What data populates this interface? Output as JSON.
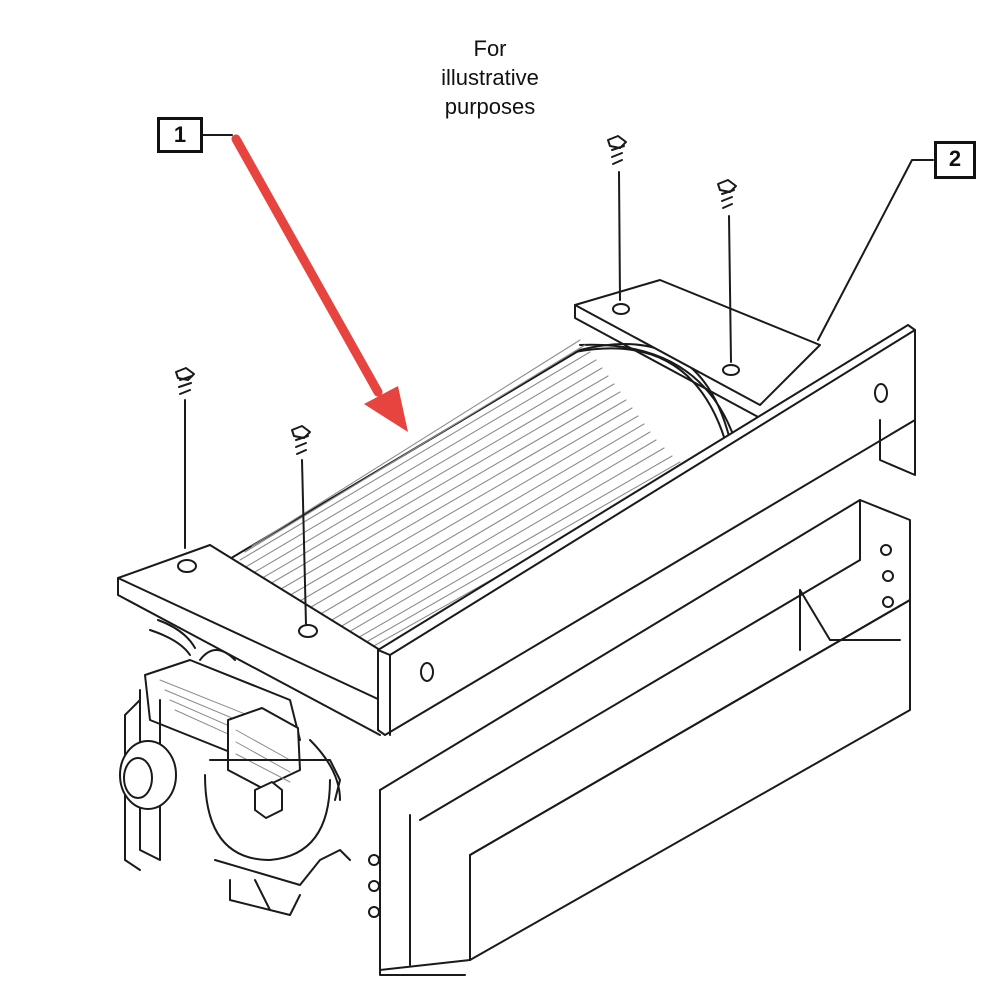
{
  "note": {
    "line1": "For",
    "line2": "illustrative",
    "line3": "purposes"
  },
  "callouts": [
    {
      "label": "1"
    },
    {
      "label": "2"
    }
  ],
  "colors": {
    "ink": "#1a1a1a",
    "arrow": "#e8443f",
    "background": "#ffffff"
  },
  "icons": {
    "pointer": "red-arrow-icon",
    "screw": "screw-icon"
  }
}
